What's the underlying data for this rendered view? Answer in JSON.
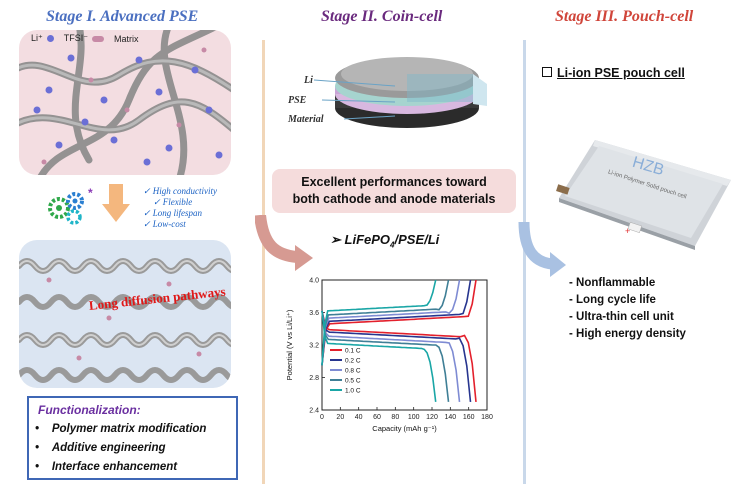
{
  "stages": {
    "stage1": "Stage I. Advanced PSE",
    "stage2": "Stage II. Coin-cell",
    "stage3": "Stage III. Pouch-cell"
  },
  "colors": {
    "stage1": "#4a6fc0",
    "stage2": "#6a2a7e",
    "stage3": "#d0453a",
    "panel_pink": "#f3dde1",
    "panel_blue": "#dbe5f2"
  },
  "stage1": {
    "legend": {
      "li_ion": "Li⁺",
      "tfsi": "TFSI⁻",
      "matrix": "Matrix"
    },
    "features": [
      "High conductivity",
      "Flexible",
      "Long lifespan",
      "Low-cost"
    ],
    "diffusion_label": "Long diffusion pathways",
    "functionalization": {
      "title": "Functionalization:",
      "items": [
        "Polymer matrix modification",
        "Additive engineering",
        "Interface enhancement"
      ]
    }
  },
  "stage2": {
    "coin_labels": {
      "li": "Li",
      "pse": "PSE",
      "material": "Material"
    },
    "performance": [
      "Excellent performances toward",
      "both cathode and anode materials"
    ],
    "cell_title_parts": [
      "LiFePO",
      "4",
      "/PSE/Li"
    ]
  },
  "stage3": {
    "pouch_title": "Li-ion PSE pouch cell",
    "pouch_logo": "HZB",
    "pouch_caption": "Li-ion Polymer Solid pouch cell",
    "features": [
      "- Nonflammable",
      "- Long cycle life",
      "- Ultra-thin cell unit",
      "- High energy density"
    ]
  },
  "chart_data": {
    "type": "line",
    "xlabel": "Capacity (mAh g⁻¹)",
    "ylabel": "Potential (V vs Li/Li⁺)",
    "xlim": [
      0,
      180
    ],
    "ylim": [
      2.4,
      4.0
    ],
    "xticks": [
      "0",
      "20",
      "40",
      "60",
      "80",
      "100",
      "120",
      "140",
      "160",
      "180"
    ],
    "yticks": [
      "2.4",
      "2.8",
      "3.2",
      "3.6",
      "4.0"
    ],
    "legend_placement": "bottom-left",
    "series": [
      {
        "name": "0.1 C",
        "color": "#e3202c",
        "charge_plateau": 3.46,
        "discharge_plateau": 3.39,
        "capacity": 168
      },
      {
        "name": "0.2 C",
        "color": "#27358f",
        "charge_plateau": 3.49,
        "discharge_plateau": 3.36,
        "capacity": 162
      },
      {
        "name": "0.8 C",
        "color": "#7e8bd3",
        "charge_plateau": 3.53,
        "discharge_plateau": 3.31,
        "capacity": 150
      },
      {
        "name": "0.5 C",
        "color": "#3f7f96",
        "charge_plateau": 3.57,
        "discharge_plateau": 3.27,
        "capacity": 138
      },
      {
        "name": "1.0 C",
        "color": "#1aa6a6",
        "charge_plateau": 3.62,
        "discharge_plateau": 3.22,
        "capacity": 124
      }
    ]
  }
}
